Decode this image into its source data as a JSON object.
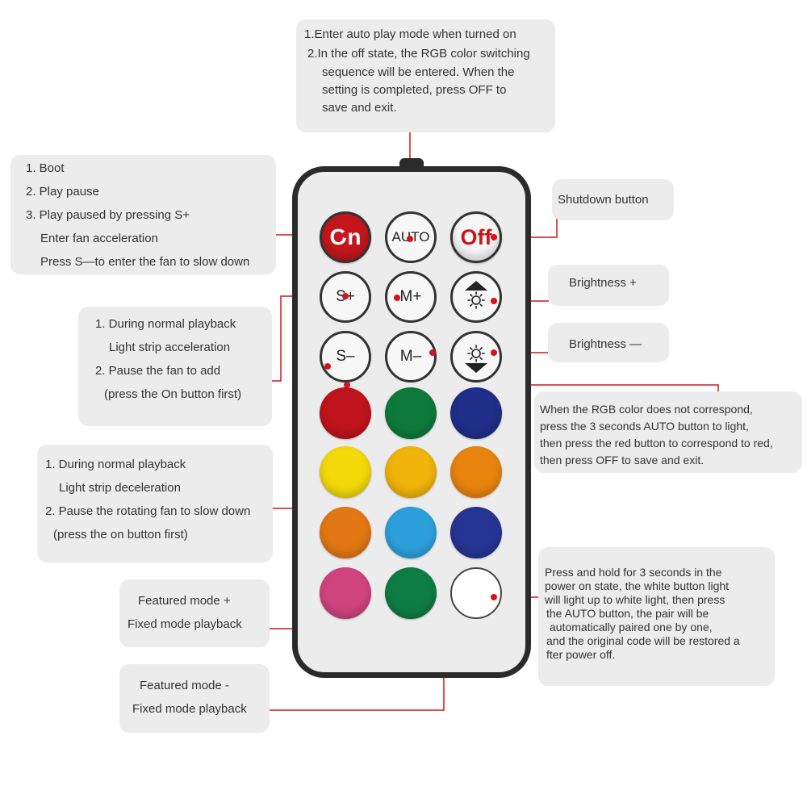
{
  "callouts": {
    "auto_info": {
      "lines": [
        "1.Enter auto play mode when turned on",
        "2.In the off state, the RGB color switching",
        "sequence will be entered. When the",
        "setting is completed, press OFF to",
        "save and exit."
      ]
    },
    "on_info": {
      "lines": [
        "1. Boot",
        "2. Play pause",
        "3. Play paused by pressing S+",
        "Enter fan acceleration",
        "Press S—to enter the fan to slow down"
      ]
    },
    "off_info": {
      "lines": [
        "Shutdown button"
      ]
    },
    "brightness_up": {
      "lines": [
        "Brightness +"
      ]
    },
    "brightness_down": {
      "lines": [
        "Brightness —"
      ]
    },
    "s_plus_info": {
      "lines": [
        "1. During normal playback",
        "Light strip acceleration",
        "2. Pause the fan to add",
        "(press the On button first)"
      ]
    },
    "s_minus_info": {
      "lines": [
        "1. During normal playback",
        "Light strip deceleration",
        "2. Pause the rotating fan to slow down",
        "(press the on button first)"
      ]
    },
    "rgb_info": {
      "lines": [
        "When the RGB color does not correspond,",
        "press the 3 seconds AUTO button to light,",
        "then press the red button to correspond to red,",
        "then press OFF to save and exit."
      ]
    },
    "white_info": {
      "lines": [
        "Press and hold for 3 seconds in the",
        "power on state, the white button light",
        "will light up to white light, then press",
        "the AUTO button, the pair will be",
        "automatically paired one by one,",
        "and the original code will be restored a",
        "fter power off."
      ]
    },
    "m_plus_info": {
      "lines": [
        "Featured mode +",
        "Fixed mode playback"
      ]
    },
    "m_minus_info": {
      "lines": [
        "Featured mode -",
        "Fixed mode playback"
      ]
    }
  },
  "remote": {
    "buttons": {
      "on": "On",
      "auto": "AUTO",
      "off": "Off",
      "s_plus": "S+",
      "m_plus": "M+",
      "s_minus": "S–",
      "m_minus": "M–"
    },
    "color_buttons": [
      "#c0141c",
      "#0e7a3a",
      "#1f2f8a",
      "#f3d90a",
      "#f0b40a",
      "#e8840e",
      "#e27813",
      "#2da0dc",
      "#263594",
      "#d0447e",
      "#0e7d45",
      "#ffffff"
    ]
  },
  "colors": {
    "leader": "#d4141a",
    "callout_bg": "#ececec",
    "remote_frame": "#2b2b2b"
  }
}
